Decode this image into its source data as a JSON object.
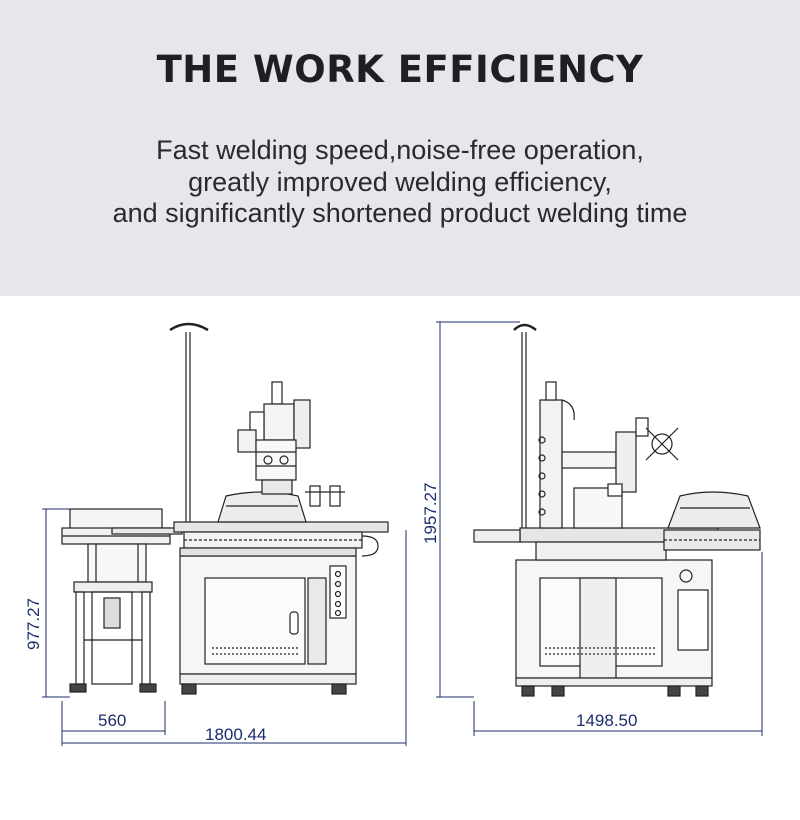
{
  "header": {
    "title": "THE WORK EFFICIENCY",
    "lines": [
      "Fast welding speed,noise-free operation,",
      "greatly improved welding efficiency,",
      "and significantly shortened product welding time"
    ]
  },
  "dimensions": {
    "front_height": "977.27",
    "front_feeder_width": "560",
    "front_total_width": "1800.44",
    "side_height": "1957.27",
    "side_width": "1498.50"
  },
  "colors": {
    "banner": "#e5e7ed",
    "dimension_line": "#1b2d6b",
    "machine_line": "#222222"
  }
}
